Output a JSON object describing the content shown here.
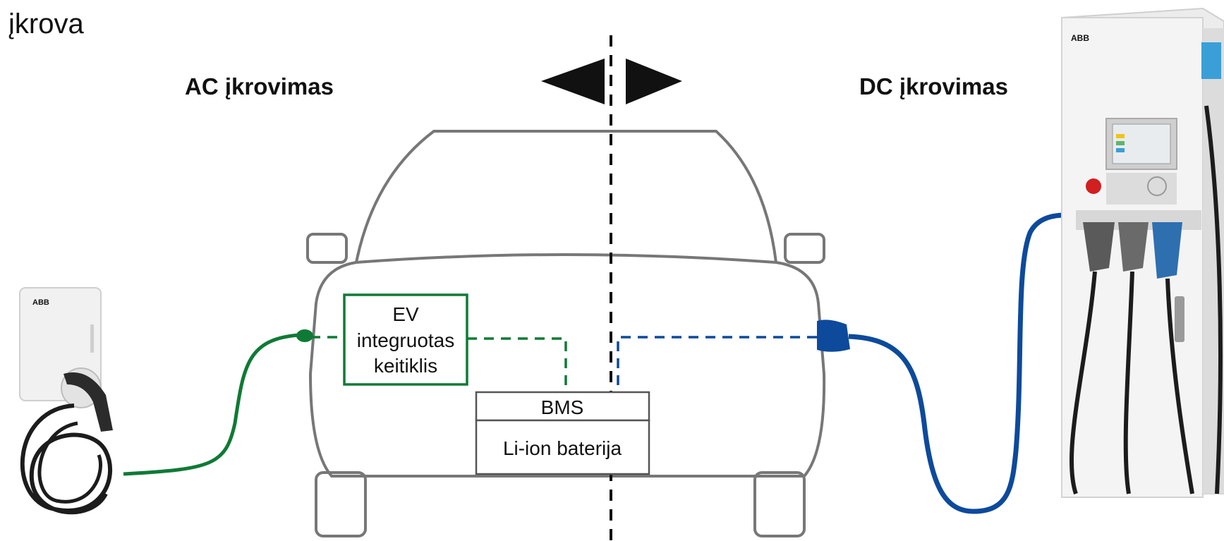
{
  "title": "įkrova",
  "headings": {
    "ac": "AC įkrovimas",
    "dc": "DC įkrovimas"
  },
  "converter_box": {
    "lines": [
      "EV",
      "integruotas",
      "keitiklis"
    ]
  },
  "battery_box": {
    "bms": "BMS",
    "battery": "Li-ion baterija"
  },
  "colors": {
    "ac_cable": "#0f7a35",
    "dc_cable": "#0d4a9c",
    "car_outline": "#777777",
    "divider": "#111111"
  },
  "icons": {
    "ac_charger": "wall-charger-icon",
    "dc_charger": "fast-charging-station-icon",
    "arrows": "left-right-arrows-icon"
  },
  "brand_labels": {
    "ac_charger": "ABB",
    "dc_charger": "ABB"
  }
}
